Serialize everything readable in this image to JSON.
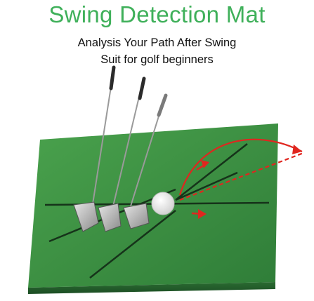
{
  "header": {
    "title": "Swing Detection Mat",
    "subtitle_line1": "Analysis Your Path After Swing",
    "subtitle_line2": "Suit for golf beginners"
  },
  "colors": {
    "title": "#3fb05a",
    "mat_green": "#3f9a44",
    "mat_dark": "#1f5a2a",
    "arrow_red": "#e0261f"
  }
}
